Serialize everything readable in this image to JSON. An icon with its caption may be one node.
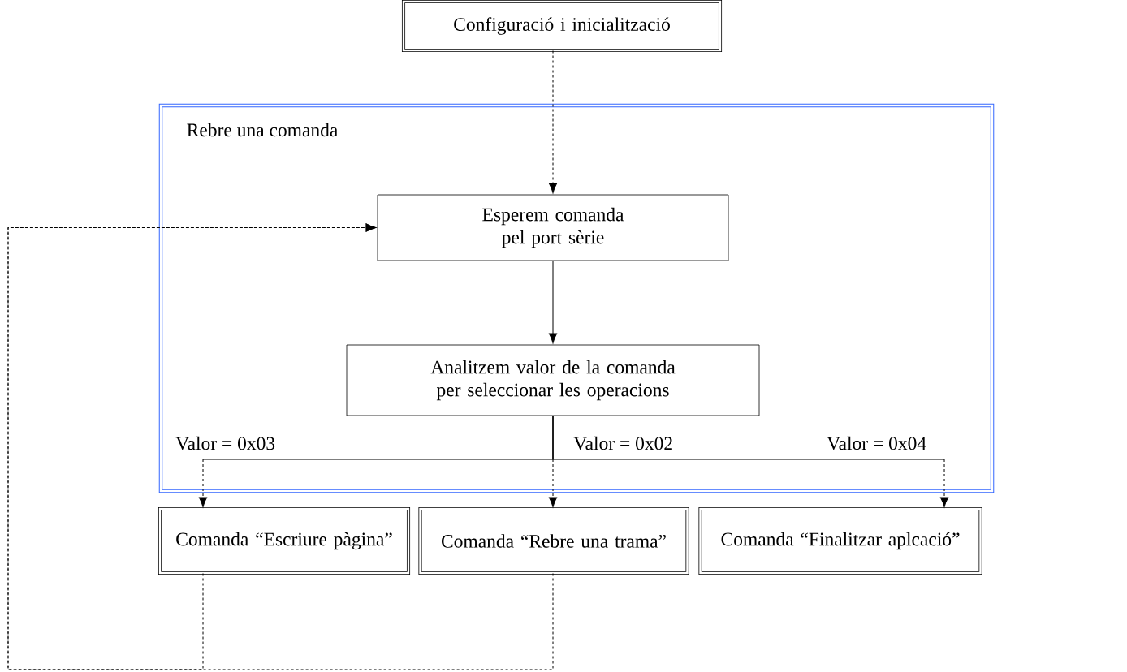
{
  "diagram": {
    "nodes": [
      {
        "text": [
          "Configuració i inicialització"
        ]
      },
      {
        "text": [
          "Rebre una comanda"
        ]
      },
      {
        "text": [
          "Esperem comanda pel port sèrie"
        ],
        "in": 1
      },
      {
        "text": [
          "Analitzem valor de la comanda per seleccionar les operacions"
        ],
        "in": 1
      },
      {
        "text": [
          "Comanda “Escriure pàgina”"
        ]
      },
      {
        "text": [
          "Comanda “Rebre una trama”"
        ]
      },
      {
        "text": [
          "Comanda “Finalitzar aplcació”"
        ]
      }
    ],
    "edges": [
      {
        "from": 0,
        "to": 2,
        "arrow": "to",
        "style": "dashed"
      },
      {
        "from": 2,
        "to": 3,
        "arrow": "to"
      },
      {
        "from": 3,
        "to": 4,
        "arrow": "to",
        "label": "Valor = 0x03"
      },
      {
        "from": 3,
        "to": 5,
        "arrow": "to",
        "label": "Valor = 0x02"
      },
      {
        "from": 3,
        "to": 6,
        "arrow": "to",
        "label": "Valor = 0x04"
      },
      {
        "from": 4,
        "to": 2,
        "arrow": "to",
        "style": "dashed"
      },
      {
        "from": 5,
        "to": 2,
        "arrow": "to",
        "style": "dashed"
      }
    ]
  }
}
